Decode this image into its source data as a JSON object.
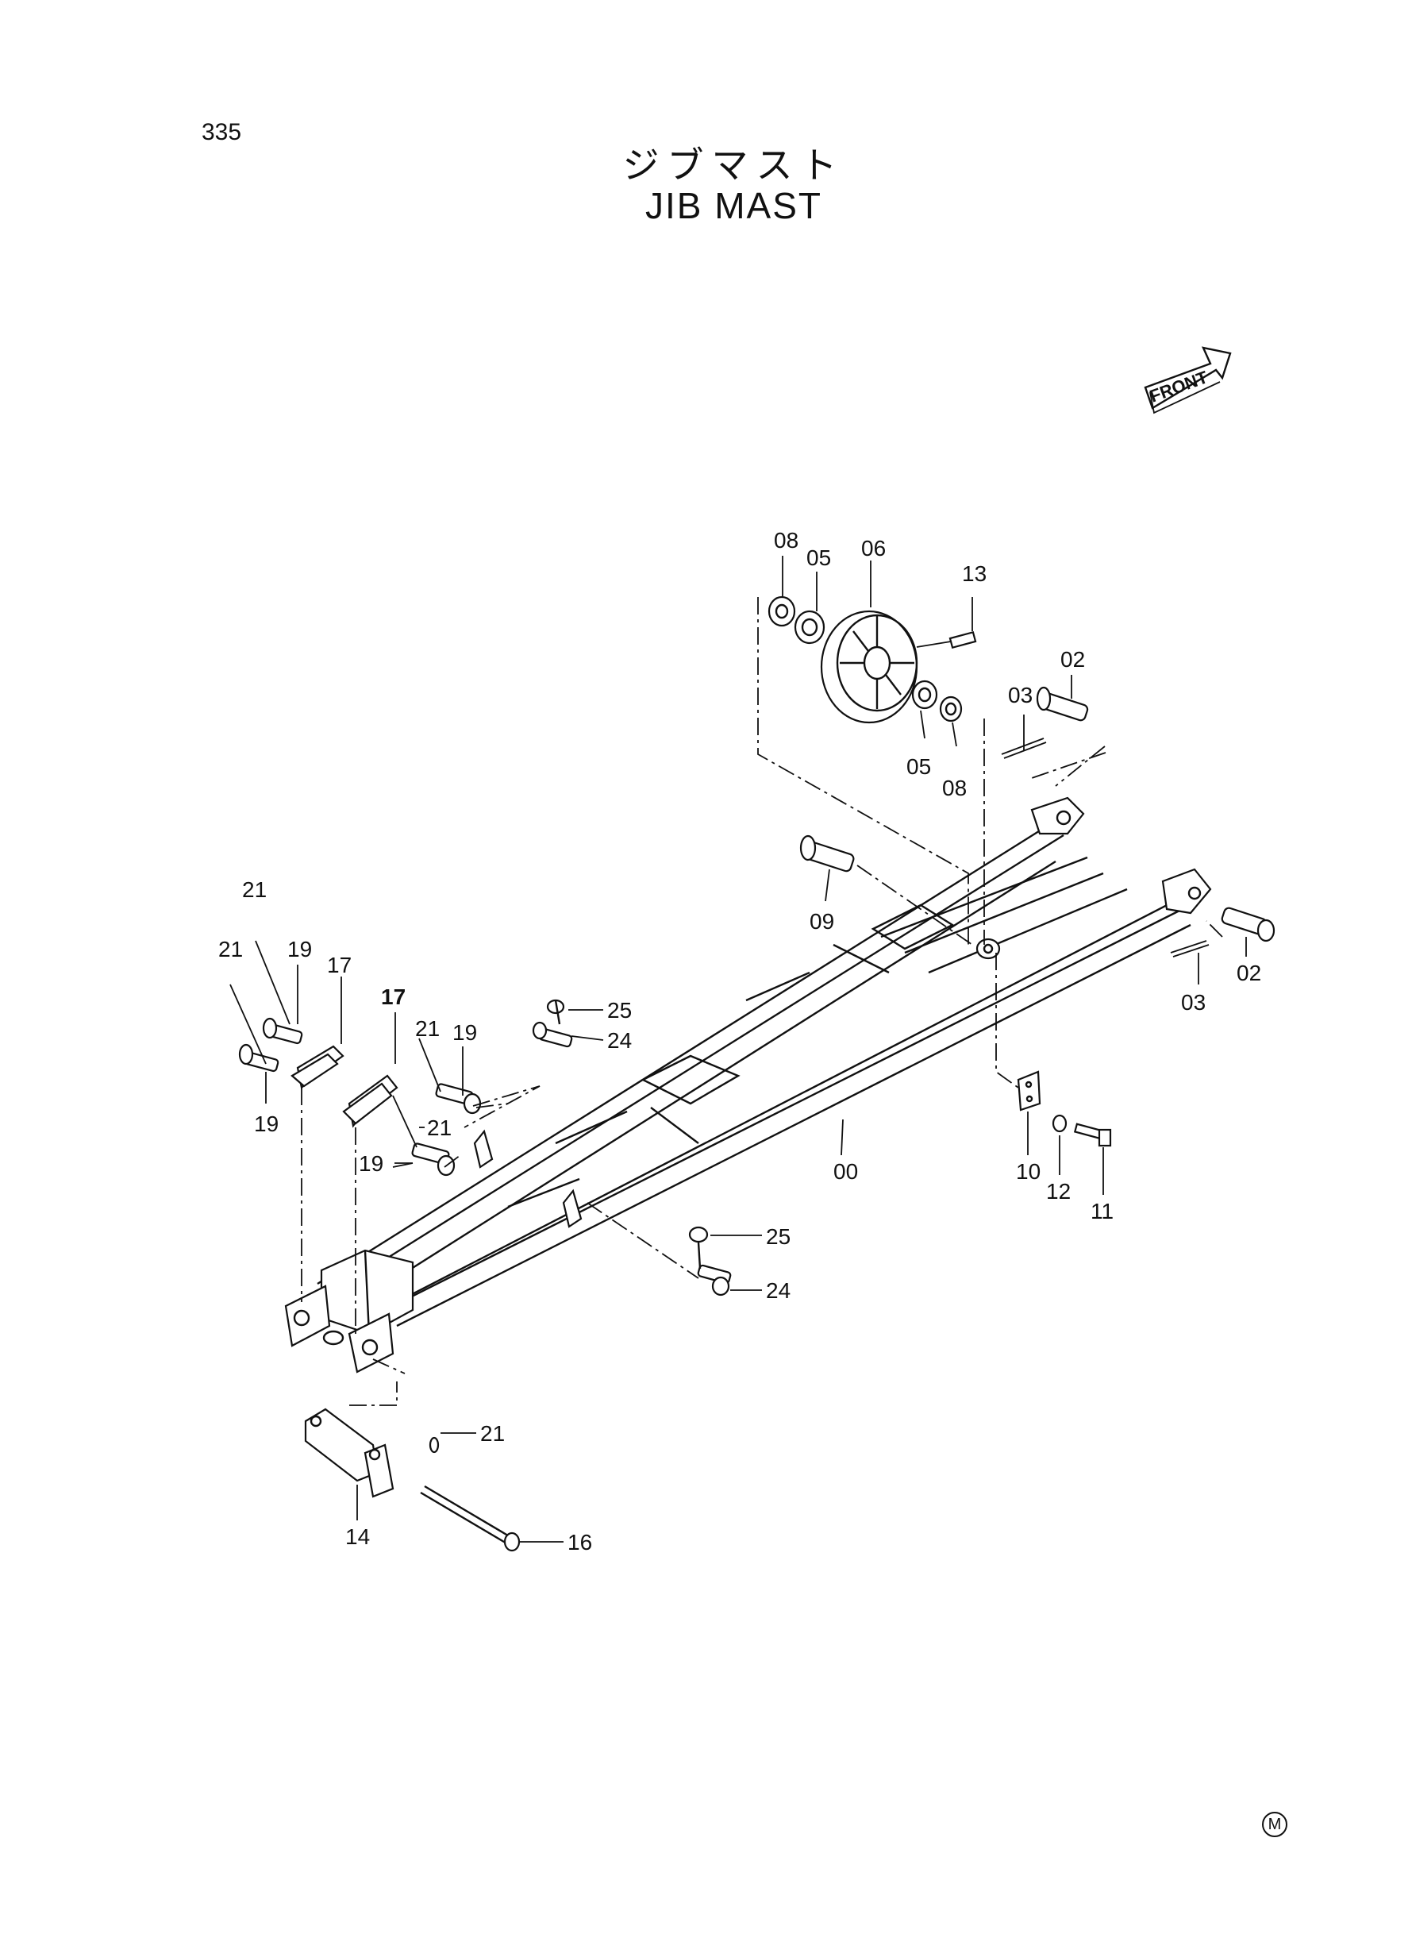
{
  "header": {
    "page_number": "335",
    "title_ja": "ジブマスト",
    "title_en": "JIB MAST"
  },
  "front_arrow": {
    "label": "FRONT"
  },
  "footer": {
    "mark": "M"
  },
  "callouts": {
    "c00": "00",
    "c02a": "02",
    "c02b": "02",
    "c03a": "03",
    "c03b": "03",
    "c05a": "05",
    "c05b": "05",
    "c06": "06",
    "c08a": "08",
    "c08b": "08",
    "c09": "09",
    "c10": "10",
    "c11": "11",
    "c12": "12",
    "c13": "13",
    "c14": "14",
    "c16": "16",
    "c17a": "17",
    "c17b": "17",
    "c19a": "19",
    "c19b": "19",
    "c19c": "19",
    "c19d": "19",
    "c21a": "21",
    "c21b": "21",
    "c21c": "21",
    "c21d": "21",
    "c21e": "21",
    "c24a": "24",
    "c24b": "24",
    "c25a": "25",
    "c25b": "25"
  },
  "colors": {
    "ink": "#111111",
    "paper": "#ffffff"
  }
}
